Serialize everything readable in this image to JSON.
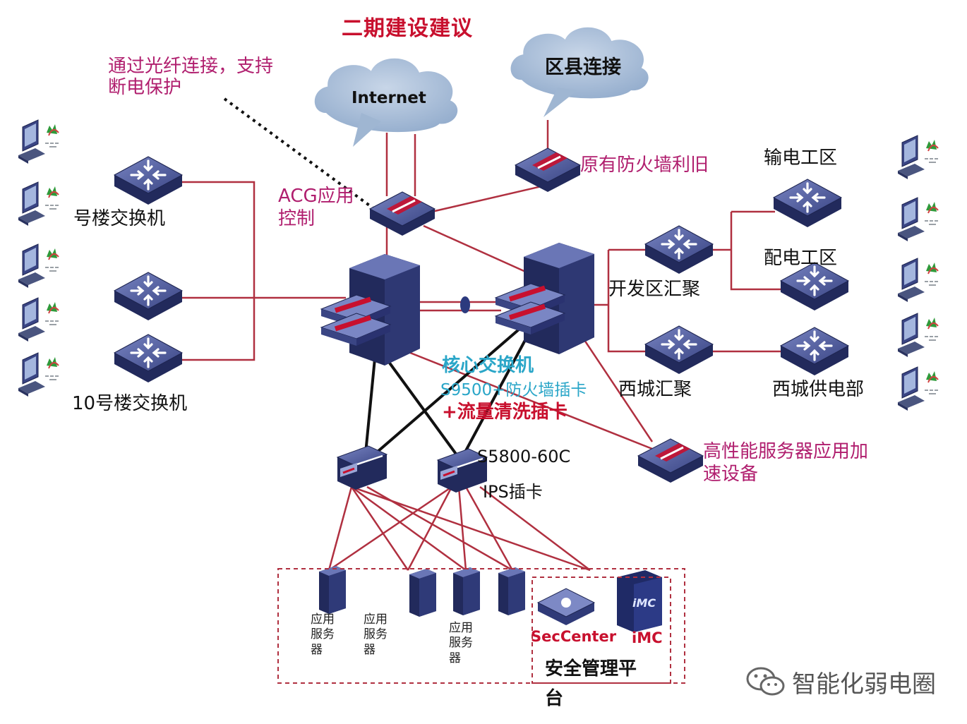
{
  "title": "二期建设建议",
  "fiber_note": "通过光纤连接，支持断电保护",
  "fiber_note_lines": [
    "通过光纤连接，支持",
    "断电保护"
  ],
  "clouds": {
    "internet": "Internet",
    "district": "区县连接"
  },
  "labels": {
    "old_firewall": "原有防火墙利旧",
    "acg_line1": "ACG应用",
    "acg_line2": "控制",
    "building_switch_top": "号楼交换机",
    "building_switch_bottom": "10号楼交换机",
    "transmission": "输电工区",
    "distribution": "配电工区",
    "dev_zone": "开发区汇聚",
    "west_agg": "西城汇聚",
    "west_power": "西城供电部",
    "core_line1": "核心交换机",
    "core_line2": "S9500+防火墙插卡",
    "core_line3": "+流量清洗插卡",
    "accel_line1": "高性能服务器应用加",
    "accel_line2": "速设备",
    "s5800": "S5800-60C",
    "ips": "IPS插卡",
    "app_server": [
      "应用",
      "服务",
      "器"
    ],
    "seccenter": "SecCenter",
    "imc": "iMC",
    "imc_box": "iMC",
    "mgmt_line1": "安全管理平",
    "mgmt_line2": "台"
  },
  "watermark": "智能化弱电圈",
  "colors": {
    "title": "#c8102e",
    "annotation": "#b01e6e",
    "core_text": "#2aa6c8",
    "link_red": "#b03040",
    "link_black": "#111111",
    "device_blue": "#34407a",
    "cloud": "#a9bfd8"
  }
}
